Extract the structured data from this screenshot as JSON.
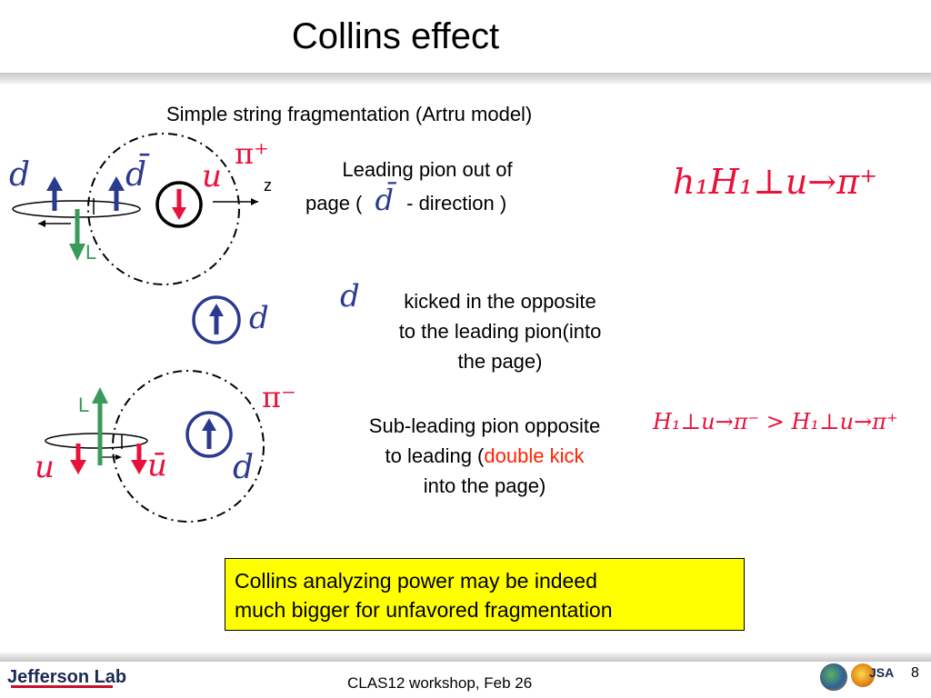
{
  "slide": {
    "title": "Collins effect",
    "subtitle": "Simple string fragmentation (Artru model)"
  },
  "top_diagram": {
    "quark_label": "d",
    "antiquark_label": "d̄",
    "pion_label": "π⁺",
    "u_label": "u",
    "z_label": "z",
    "L_label": "L",
    "caption_line1": "Leading pion out of",
    "caption_line2_a": "page (",
    "caption_line2_math": "d̄",
    "caption_line2_b": " - direction )",
    "formula": "h₁H₁⊥u→π⁺"
  },
  "middle": {
    "quark_label": "d",
    "text_math": "d",
    "text_line1": "kicked in the opposite",
    "text_line2": "to the leading pion(into",
    "text_line3": "the page)"
  },
  "bottom_diagram": {
    "pion_label": "π⁻",
    "L_label": "L",
    "u_label": "u",
    "antiquark_label": "ū",
    "d_label": "d",
    "caption_line1": "Sub-leading pion opposite",
    "caption_line2_a": "to leading (",
    "caption_line2_red": "double kick",
    "caption_line3": "into the page)",
    "formula": "H₁⊥u→π⁻ > H₁⊥u→π⁺"
  },
  "highlight_box": {
    "line1": "Collins analyzing power may be indeed",
    "line2": "much bigger for unfavored fragmentation"
  },
  "footer": {
    "logo_text": "Jefferson Lab",
    "event": "CLAS12 workshop,  Feb 26",
    "page_number": "8",
    "jsa_text": "JSA"
  },
  "colors": {
    "accent_blue": "#2b3a8f",
    "accent_red": "#e8113a",
    "accent_green": "#3a9a5a",
    "highlight": "#ffff00",
    "rule_gray": "#bcbcbc"
  }
}
